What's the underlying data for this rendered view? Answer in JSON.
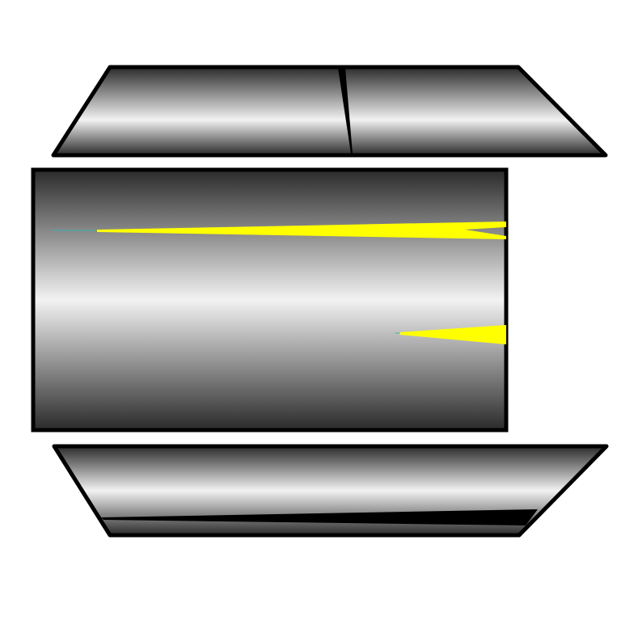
{
  "figure": {
    "background": "#ffffff",
    "outline_color": "#000000",
    "highlight_color": "#ffff00",
    "highlight_edge_color": "#40b0b0",
    "shading": {
      "dark": "#2a2a2a",
      "mid": "#8a8a8a",
      "light": "#f2f2f2"
    }
  },
  "panels": [
    {
      "name": "top-trapezoid-panel",
      "shape": "trapezoid-inverted"
    },
    {
      "name": "middle-rectangle-panel",
      "shape": "rectangle"
    },
    {
      "name": "bottom-trapezoid-panel",
      "shape": "trapezoid"
    }
  ],
  "artifacts": [
    {
      "name": "top-panel-seam",
      "color": "#000000"
    },
    {
      "name": "upper-yellow-streak",
      "color": "#ffff00"
    },
    {
      "name": "lower-yellow-streak",
      "color": "#ffff00"
    },
    {
      "name": "bottom-panel-seam",
      "color": "#000000"
    }
  ]
}
